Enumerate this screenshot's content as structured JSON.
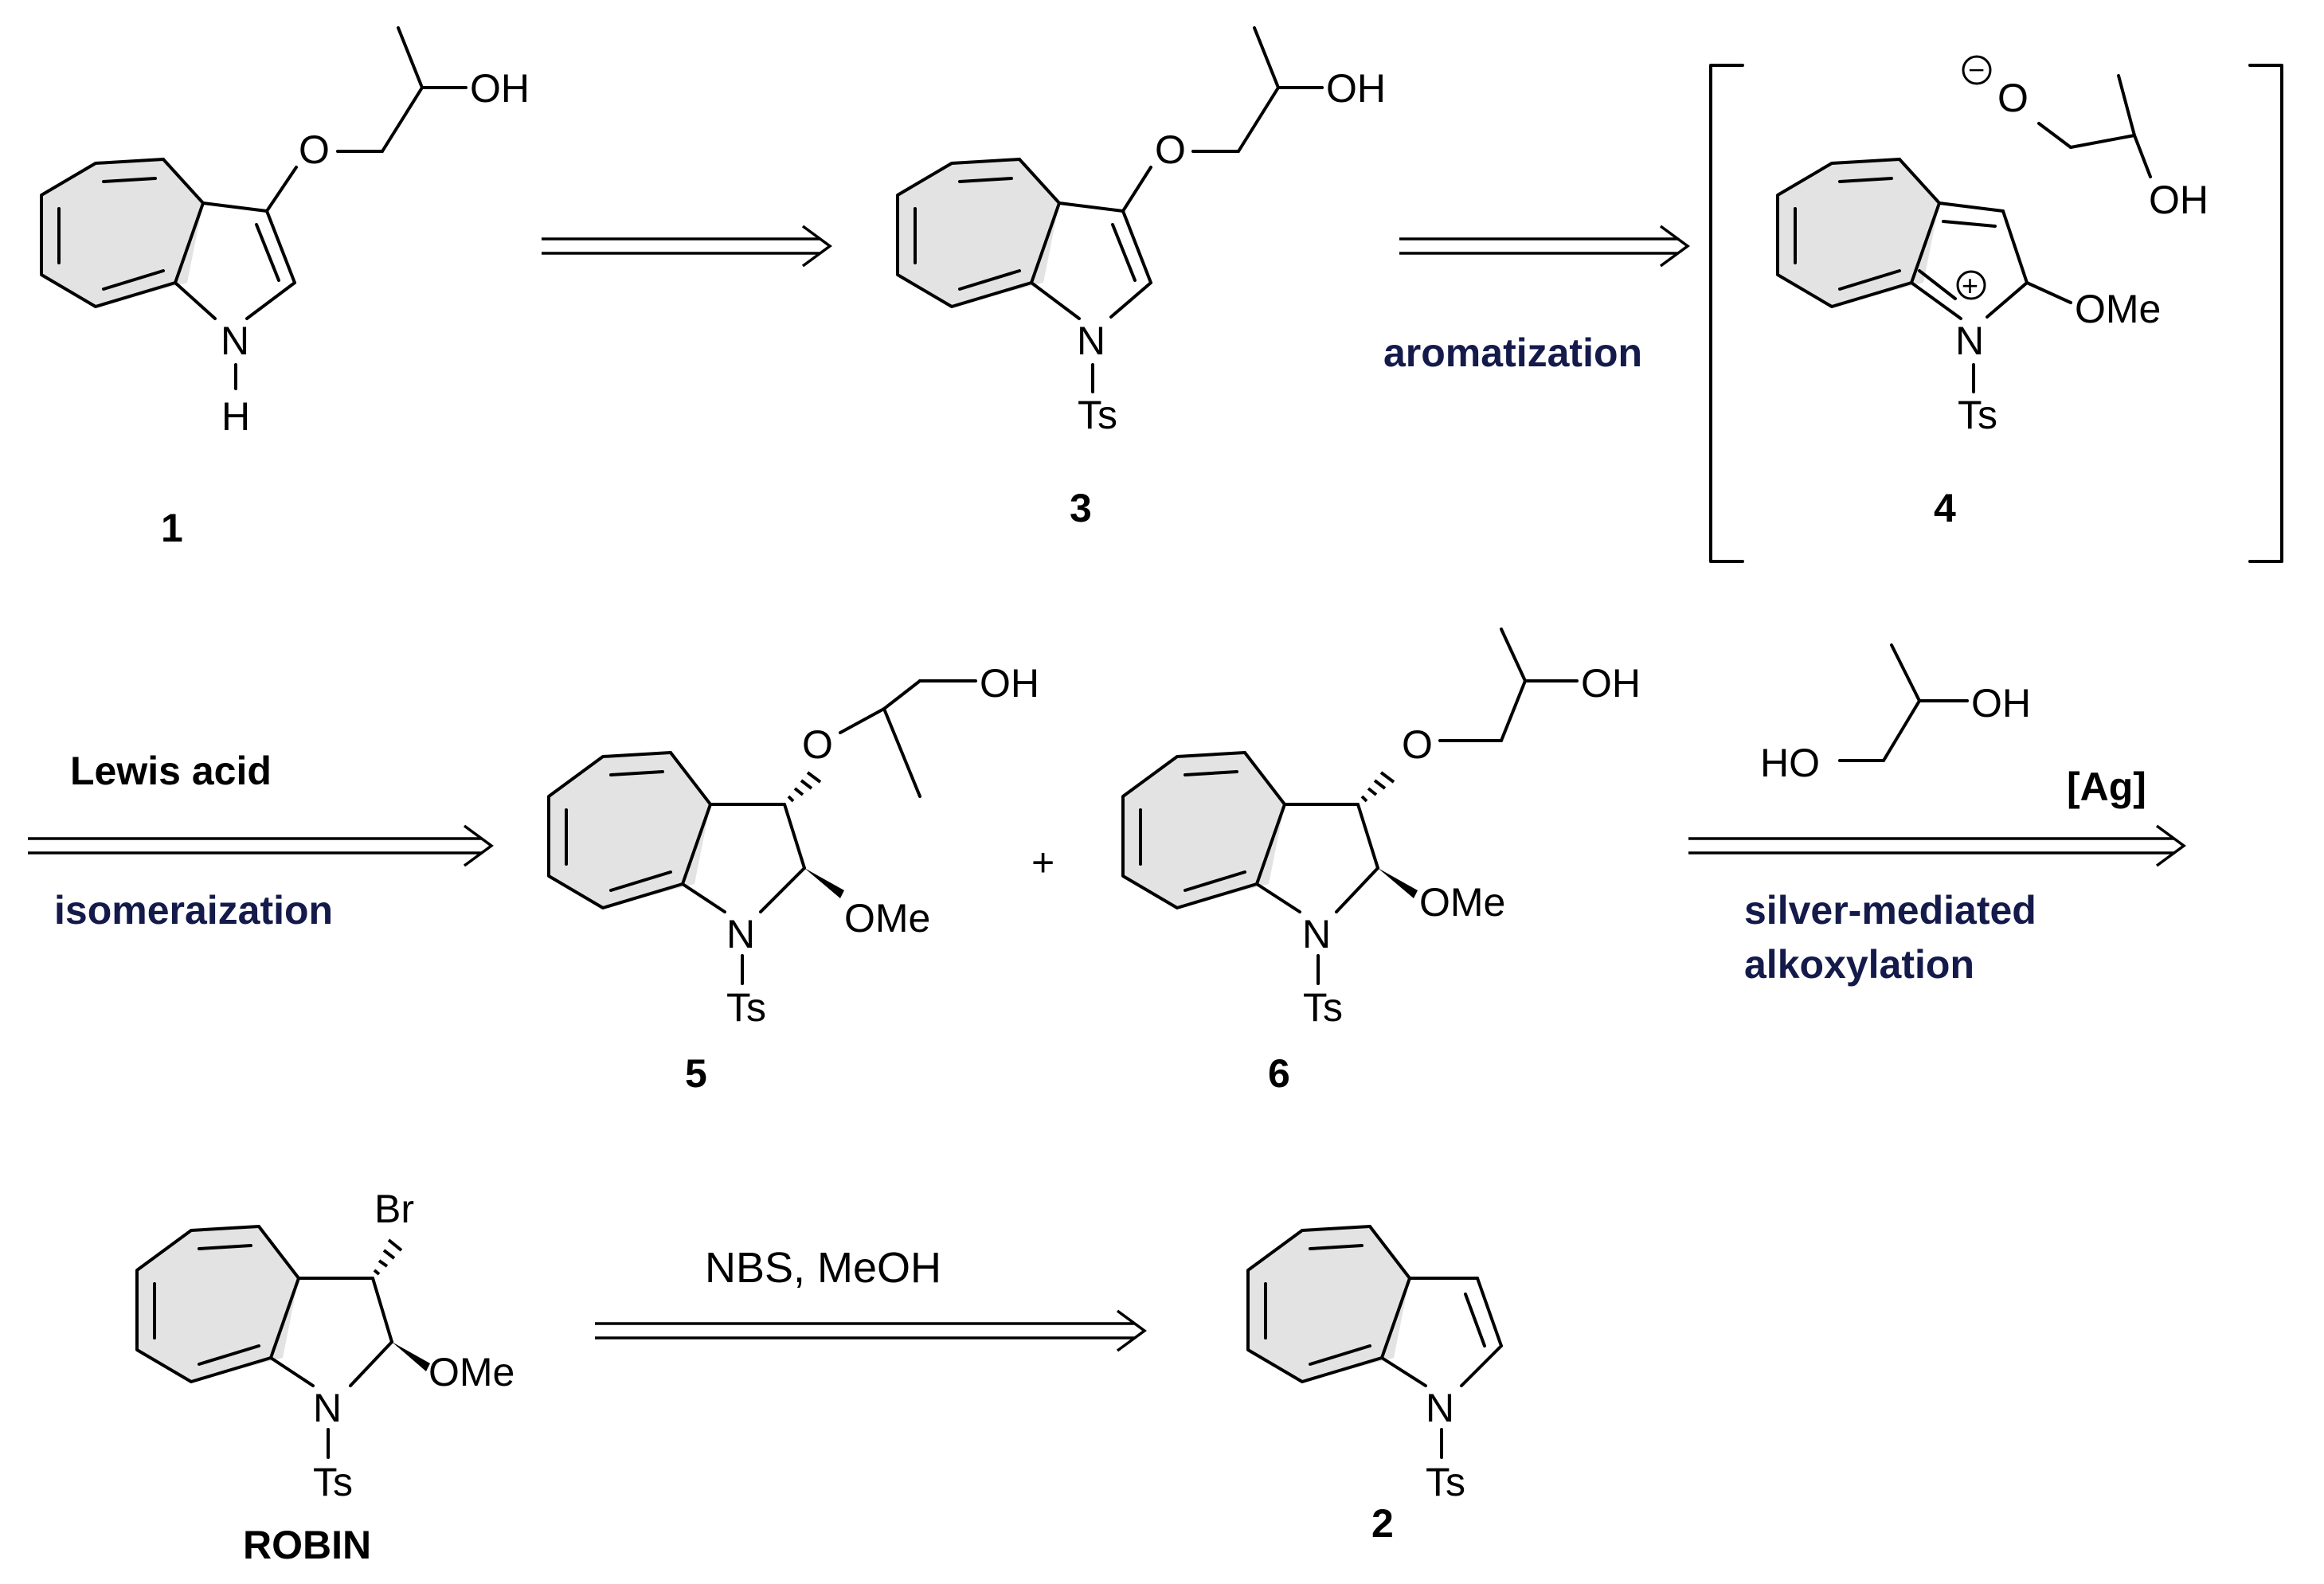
{
  "compounds": {
    "c1": "1",
    "c3": "3",
    "c4": "4",
    "c5": "5",
    "c6": "6",
    "robin": "ROBIN",
    "c2": "2"
  },
  "atoms": {
    "OH": "OH",
    "HO": "HO",
    "O": "O",
    "N": "N",
    "H": "H",
    "Ts": "Ts",
    "OMe": "OMe",
    "Br": "Br",
    "plus_charge": "+",
    "minus_charge": "−"
  },
  "conditions": {
    "step2": "aromatization",
    "step3_top": "Lewis acid",
    "step3_bottom": "isomeraization",
    "step4_top": "[Ag]",
    "step4_bottom_1": "silver-mediated",
    "step4_bottom_2": "alkoxylation",
    "step5_top": "NBS, MeOH"
  },
  "plus_sign": "+",
  "colors": {
    "navy": "#141a4a",
    "ring_fill": "#e3e3e3",
    "ink": "#000000"
  }
}
